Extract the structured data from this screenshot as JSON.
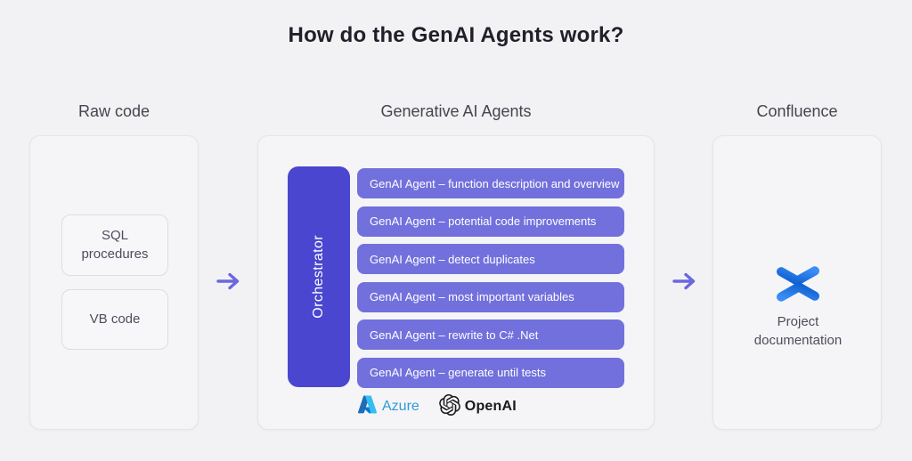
{
  "title": "How do the GenAI Agents work?",
  "raw_code": {
    "heading": "Raw code",
    "sql_box": "SQL procedures",
    "vb_box": "VB code"
  },
  "agents": {
    "heading": "Generative AI Agents",
    "orchestrator": "Orchestrator",
    "bars": [
      "GenAI Agent – function description and overview",
      "GenAI Agent – potential code improvements",
      "GenAI Agent – detect duplicates",
      "GenAI Agent – most important variables",
      "GenAI Agent – rewrite to C# .Net",
      "GenAI Agent – generate until tests"
    ],
    "azure_label": "Azure",
    "openai_label": "OpenAI"
  },
  "confluence": {
    "heading": "Confluence",
    "caption": "Project documentation"
  },
  "icons": {
    "flow_arrow": "arrow-right-icon",
    "azure": "azure-icon",
    "openai": "openai-icon",
    "confluence": "confluence-icon"
  },
  "colors": {
    "page_background": "#f2f2f4",
    "panel_background": "#f5f5f7",
    "panel_border": "#e4e4ea",
    "orchestrator_fill": "#4a46cf",
    "agent_bar_fill": "#7270dc",
    "arrow": "#6c67de",
    "title_text": "#20202a",
    "heading_text": "#45454f",
    "azure_blue": "#2e9bd8",
    "openai_black": "#191919",
    "confluence_blue_dark": "#0b5cce",
    "confluence_blue_light": "#3b8df5"
  }
}
